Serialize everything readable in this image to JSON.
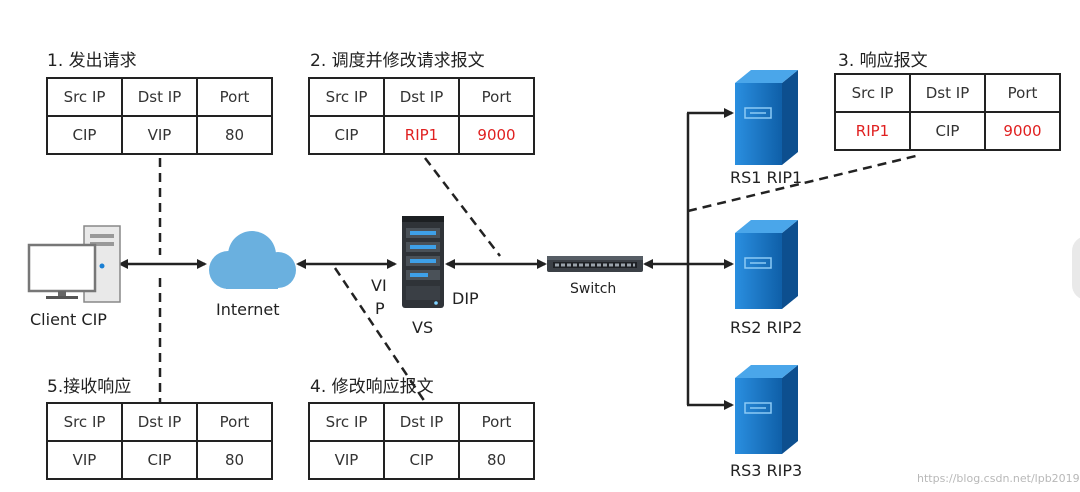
{
  "steps": {
    "step1": {
      "title": "1. 发出请求",
      "headers": [
        "Src IP",
        "Dst IP",
        "Port"
      ],
      "values": [
        "CIP",
        "VIP",
        "80"
      ]
    },
    "step2": {
      "title": "2. 调度并修改请求报文",
      "headers": [
        "Src IP",
        "Dst IP",
        "Port"
      ],
      "values": [
        "CIP",
        "RIP1",
        "9000"
      ]
    },
    "step3": {
      "title": "3. 响应报文",
      "headers": [
        "Src IP",
        "Dst IP",
        "Port"
      ],
      "values": [
        "RIP1",
        "CIP",
        "9000"
      ]
    },
    "step4": {
      "title": "4. 修改响应报文",
      "headers": [
        "Src IP",
        "Dst IP",
        "Port"
      ],
      "values": [
        "VIP",
        "CIP",
        "80"
      ]
    },
    "step5": {
      "title": "5.接收响应",
      "headers": [
        "Src IP",
        "Dst IP",
        "Port"
      ],
      "values": [
        "VIP",
        "CIP",
        "80"
      ]
    }
  },
  "nodes": {
    "client": "Client CIP",
    "internet": "Internet",
    "vs": "VS",
    "vip_line1": "VI",
    "vip_line2": "P",
    "dip": "DIP",
    "switch": "Switch",
    "rs1": "RS1 RIP1",
    "rs2": "RS2 RIP2",
    "rs3": "RS3 RIP3"
  },
  "watermark": "https://blog.csdn.net/lpb2019",
  "colors": {
    "highlight": "#e02020",
    "server_blue": "#1a7fd4",
    "cloud_blue": "#6ab0df",
    "line": "#222222"
  }
}
